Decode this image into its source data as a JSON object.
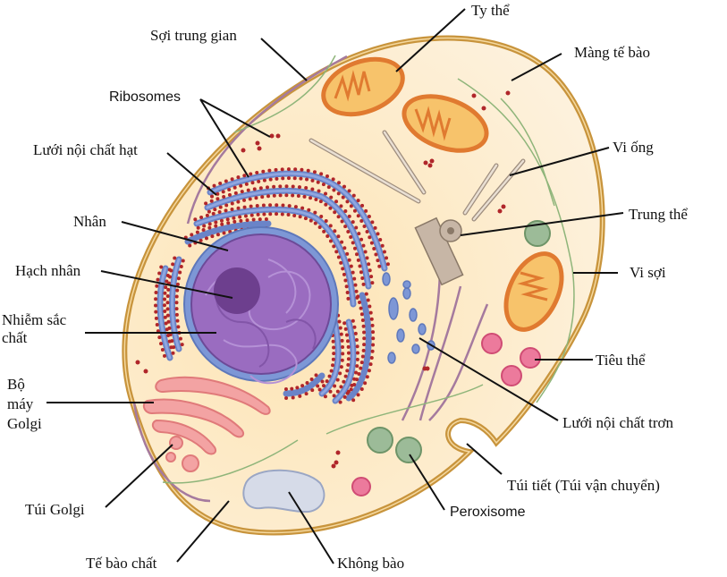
{
  "title": "Animal cell diagram",
  "labels": {
    "soi_trung_gian": "Sợi trung gian",
    "ribosomes": "Ribosomes",
    "luoi_noi_chat_hat": "Lưới nội chất hạt",
    "nhan": "Nhân",
    "hach_nhan": "Hạch nhân",
    "nhiem_sac_chat_1": "Nhiễm sắc",
    "nhiem_sac_chat_2": "chất",
    "bo_may_golgi_1": "Bộ",
    "bo_may_golgi_2": "máy",
    "bo_may_golgi_3": "Golgi",
    "tui_golgi": "Túi Golgi",
    "te_bao_chat": "Tế bào chất",
    "khong_bao": "Không bào",
    "peroxisome": "Peroxisome",
    "tui_tiet": "Túi tiết (Túi vận chuyển)",
    "luoi_noi_chat_tron": "Lưới nội chất trơn",
    "tieu_the": "Tiêu thể",
    "vi_soi": "Vi sợi",
    "trung_the": "Trung thể",
    "vi_ong": "Vi ống",
    "mang_te_bao": "Màng tế bào",
    "ty_the": "Ty thể"
  },
  "colors": {
    "membrane": "#c8943c",
    "cytoplasm": "#fbe7c0",
    "er": "#7d97d6",
    "ribosome": "#b0262a",
    "nucleus": "#9a6cc0",
    "nucleolus": "#6d3f8e",
    "mitochondria_outer": "#e07a30",
    "mitochondria_inner": "#f7c36b",
    "golgi": "#f3a3a3",
    "lysosome": "#ec7a9c",
    "peroxisome": "#9cbb98",
    "vacuole": "#d6dbe8",
    "microtubule": "#b9a99a",
    "intermediate_filament": "#a57a9e",
    "microfilament": "#8fb57a"
  }
}
